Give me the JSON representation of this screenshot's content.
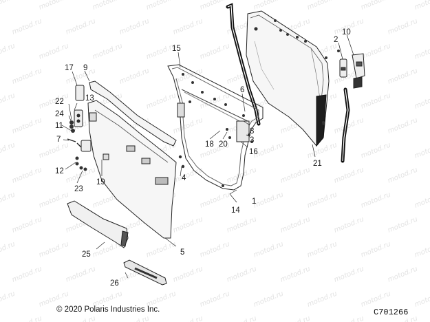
{
  "diagram": {
    "watermark": "motod.ru",
    "callouts": [
      "1",
      "2",
      "3",
      "4",
      "5",
      "6",
      "7",
      "8",
      "9",
      "10",
      "11",
      "12",
      "13",
      "14",
      "15",
      "16",
      "17",
      "18",
      "19",
      "20",
      "21",
      "22",
      "23",
      "24",
      "25",
      "26"
    ],
    "copyright": "© 2020 Polaris Industries Inc.",
    "drawing_id": "C701266"
  }
}
